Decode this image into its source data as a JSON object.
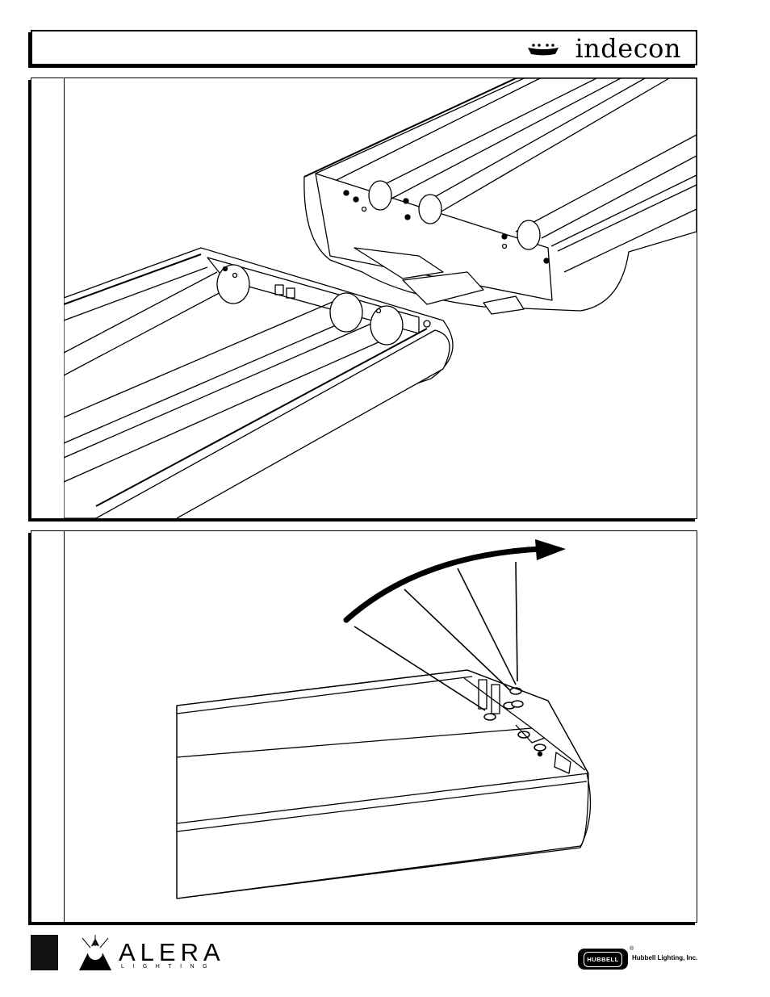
{
  "header": {
    "brand": "indecon"
  },
  "footer": {
    "alera": {
      "name": "ALERA",
      "sub": "LIGHTING"
    },
    "hubbell": {
      "badge": "HUBBELL",
      "registered": "®",
      "company": "Hubbell Lighting, Inc."
    }
  }
}
